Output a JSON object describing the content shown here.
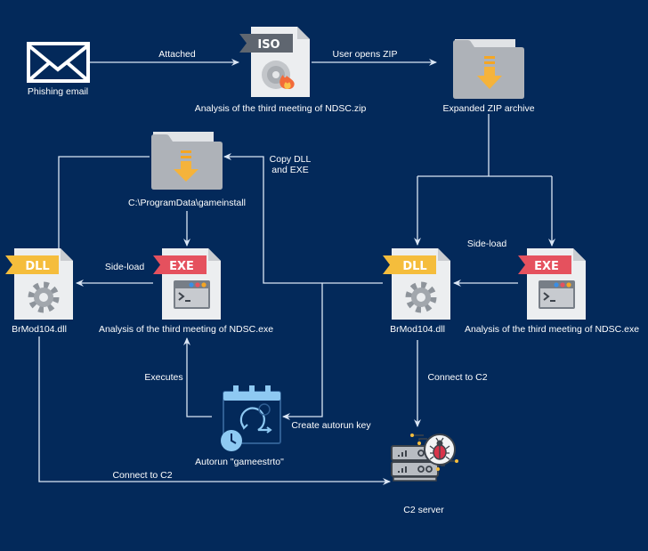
{
  "diagram": {
    "background_color": "#03295a",
    "line_color": "#dbe6f5",
    "nodes": {
      "phishing_email": {
        "label": "Phishing email",
        "icon": "envelope-icon"
      },
      "iso_file": {
        "label": "Analysis of the third meeting of NDSC.zip",
        "icon": "iso-file-icon",
        "badge": "ISO"
      },
      "expanded_zip": {
        "label": "Expanded ZIP archive",
        "icon": "folder-download-icon"
      },
      "programdata_folder": {
        "label": "C:\\ProgramData\\gameinstall",
        "icon": "folder-download-icon"
      },
      "dll_left": {
        "label": "BrMod104.dll",
        "icon": "dll-file-icon",
        "badge": "DLL"
      },
      "exe_left": {
        "label": "Analysis of the third meeting of NDSC.exe",
        "icon": "exe-file-icon",
        "badge": "EXE"
      },
      "dll_right": {
        "label": "BrMod104.dll",
        "icon": "dll-file-icon",
        "badge": "DLL"
      },
      "exe_right": {
        "label": "Analysis of the third meeting of NDSC.exe",
        "icon": "exe-file-icon",
        "badge": "EXE"
      },
      "autorun": {
        "label": "Autorun \"gameestrto\"",
        "icon": "scheduled-task-icon"
      },
      "c2_server": {
        "label": "C2 server",
        "icon": "infected-server-icon"
      }
    },
    "edges": {
      "attached": "Attached",
      "user_opens_zip": "User opens ZIP",
      "copy_dll_exe_1": "Copy DLL",
      "copy_dll_exe_2": "and EXE",
      "side_load_left": "Side-load",
      "side_load_right": "Side-load",
      "executes": "Executes",
      "create_autorun_key": "Create autorun key",
      "connect_c2_left": "Connect to C2",
      "connect_c2_right": "Connect to C2"
    },
    "badge_colors": {
      "iso": "#5f6670",
      "dll": "#f5bd3c",
      "exe": "#e5515e"
    }
  }
}
